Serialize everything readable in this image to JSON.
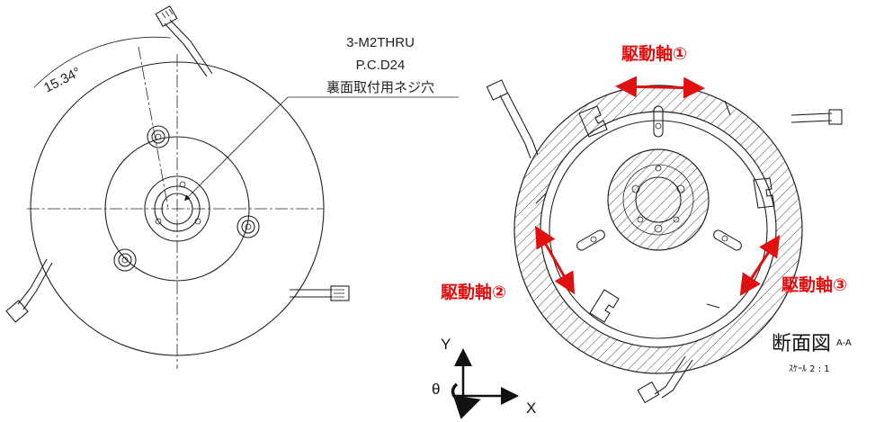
{
  "left_view": {
    "angle_label": "15.34°",
    "note_lines": [
      "3-M2THRU",
      "P.C.D24",
      "裏面取付用ネジ穴"
    ]
  },
  "section_view": {
    "drive_axis_1": "駆動軸①",
    "drive_axis_2": "駆動軸②",
    "drive_axis_3": "駆動軸③",
    "title": "断面図",
    "title_suffix": "A-A",
    "scale": "ｽｹｰﾙ 2 : 1",
    "arrow_color": "#e01010"
  },
  "axes": {
    "y_label": "Y",
    "x_label": "X",
    "theta_label": "θ"
  }
}
